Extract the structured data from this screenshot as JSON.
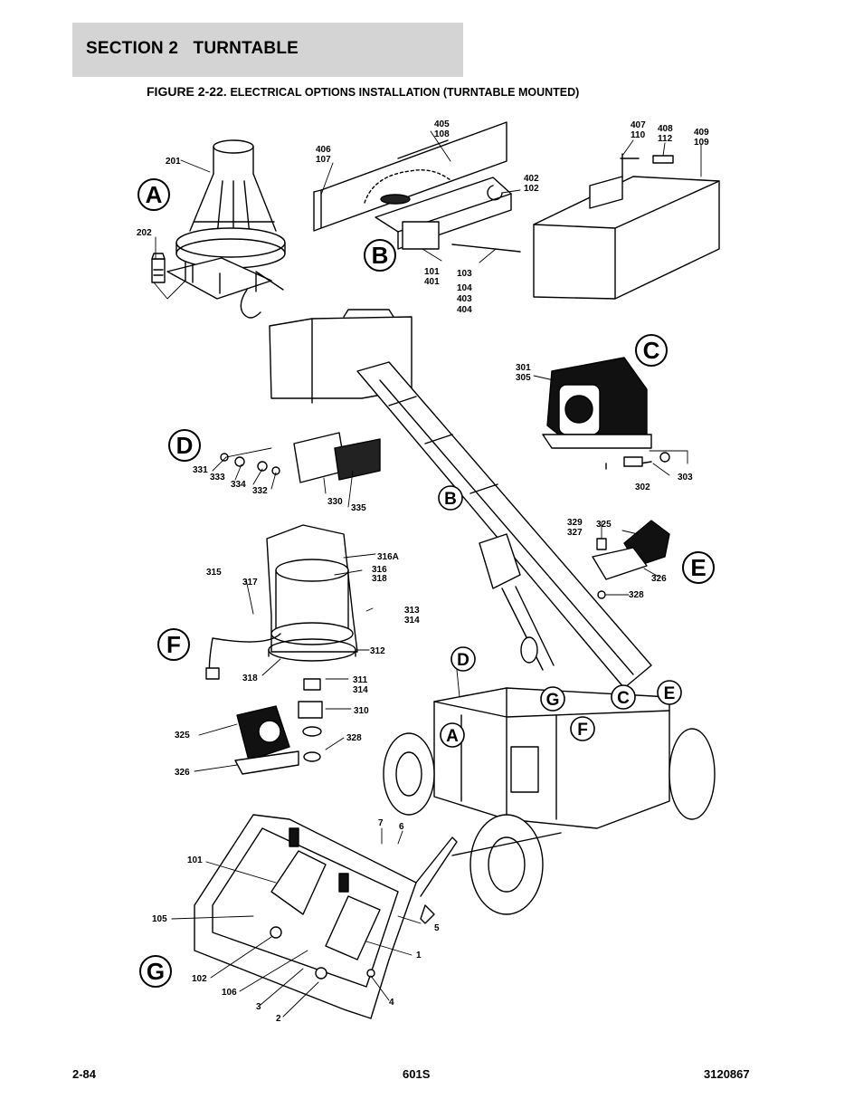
{
  "header": {
    "section_label": "SECTION 2   TURNTABLE"
  },
  "figure": {
    "label": "FIGURE 2-22.",
    "caption": "ELECTRICAL OPTIONS INSTALLATION (TURNTABLE MOUNTED)"
  },
  "view_letters": {
    "A": "A",
    "B": "B",
    "C": "C",
    "D": "D",
    "E": "E",
    "F": "F",
    "G": "G"
  },
  "callouts": {
    "c201": "201",
    "c202": "202",
    "c405_108": [
      "405",
      "108"
    ],
    "c406_107": [
      "406",
      "107"
    ],
    "c402_102": [
      "402",
      "102"
    ],
    "c407_110": [
      "407",
      "110"
    ],
    "c408_112": [
      "408",
      "112"
    ],
    "c409_109": [
      "409",
      "109"
    ],
    "c101_401": [
      "101",
      "401"
    ],
    "c103": [
      "103",
      "104",
      "403",
      "404"
    ],
    "c301_305": [
      "301",
      "305"
    ],
    "c302": "302",
    "c303": "303",
    "c331": "331",
    "c333": "333",
    "c334": "334",
    "c332": "332",
    "c330": "330",
    "c335": "335",
    "c315": "315",
    "c317": "317",
    "c316A": "316A",
    "c316_318": [
      "316",
      "318"
    ],
    "c313_314": [
      "313",
      "314"
    ],
    "c312": "312",
    "c318": "318",
    "c311_314": [
      "311",
      "314"
    ],
    "c310": "310",
    "c325a": "325",
    "c328a": "328",
    "c326a": "326",
    "c329_327": [
      "329",
      "327"
    ],
    "c325b": "325",
    "c326b": "326",
    "c328b": "328",
    "c7": "7",
    "c6": "6",
    "c101g": "101",
    "c105": "105",
    "c5": "5",
    "c1": "1",
    "c102g": "102",
    "c106": "106",
    "c3": "3",
    "c2": "2",
    "c4": "4"
  },
  "footer": {
    "page": "2-84",
    "model": "601S",
    "doc_number": "3120867"
  }
}
